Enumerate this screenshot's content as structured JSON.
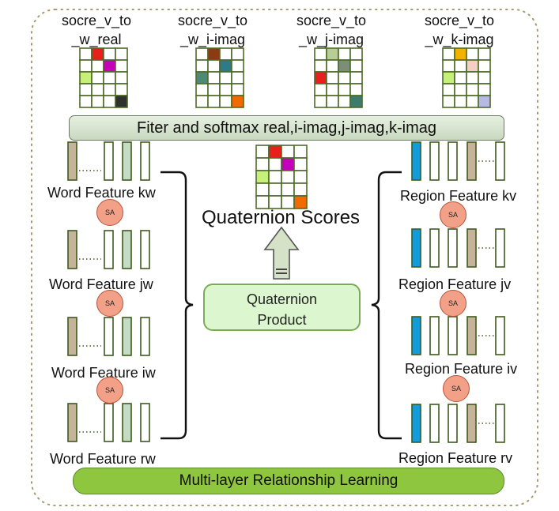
{
  "score_titles": [
    {
      "line1": "socre_v_to",
      "line2": "_w_real"
    },
    {
      "line1": "socre_v_to",
      "line2": "_w_i-imag"
    },
    {
      "line1": "socre_v_to",
      "line2": "_w_j-imag"
    },
    {
      "line1": "socre_v_to",
      "line2": "_w_k-imag"
    }
  ],
  "filter_bar_label": "Fiter and softmax real,i-imag,j-imag,k-imag",
  "quaternion_scores_label": "Quaternion Scores",
  "quaternion_product_label": [
    "Quaternion",
    "Product"
  ],
  "sa_label": "SA",
  "word_features": [
    "Word Feature kw",
    "Word Feature jw",
    "Word Feature iw",
    "Word Feature rw"
  ],
  "region_features": [
    "Region Feature kv",
    "Region Feature jv",
    "Region Feature iv",
    "Region Feature rv"
  ],
  "bottom_bar_label": "Multi-layer Relationship Learning",
  "colors": {
    "grid_border": "#4e6b2a",
    "word_tan": "#c6b49a",
    "word_green": "#c4dcc2",
    "region_blue": "#159bd8",
    "region_tan": "#c6b49a",
    "filter_bar": "#d4e3cb",
    "bottom_bar": "#8ec63f",
    "sa_fill": "#f2a188",
    "qp_fill": "#dcf7cf",
    "arrow_fill": "#d6e2c7"
  },
  "score_grids": [
    {
      "cells": [
        [
          0,
          1,
          "#e8201c"
        ],
        [
          1,
          2,
          "#c400b8"
        ],
        [
          2,
          0,
          "#c6f07a"
        ],
        [
          4,
          3,
          "#303030"
        ]
      ]
    },
    {
      "cells": [
        [
          0,
          1,
          "#8b3a12"
        ],
        [
          1,
          2,
          "#2f7a8a"
        ],
        [
          2,
          0,
          "#4d8a76"
        ],
        [
          4,
          3,
          "#f06a00"
        ]
      ]
    },
    {
      "cells": [
        [
          0,
          1,
          "#b7cf96"
        ],
        [
          1,
          2,
          "#7a8e78"
        ],
        [
          2,
          0,
          "#e8201c"
        ],
        [
          4,
          3,
          "#3d7b6d"
        ]
      ]
    },
    {
      "cells": [
        [
          0,
          1,
          "#f0b400"
        ],
        [
          1,
          2,
          "#f5cfc6"
        ],
        [
          2,
          0,
          "#c6f07a"
        ],
        [
          4,
          3,
          "#b8b8e6"
        ]
      ]
    }
  ],
  "center_grid": {
    "cells": [
      [
        0,
        1,
        "#e8201c"
      ],
      [
        1,
        2,
        "#c400b8"
      ],
      [
        2,
        0,
        "#c6f07a"
      ],
      [
        4,
        3,
        "#f06a00"
      ]
    ]
  }
}
